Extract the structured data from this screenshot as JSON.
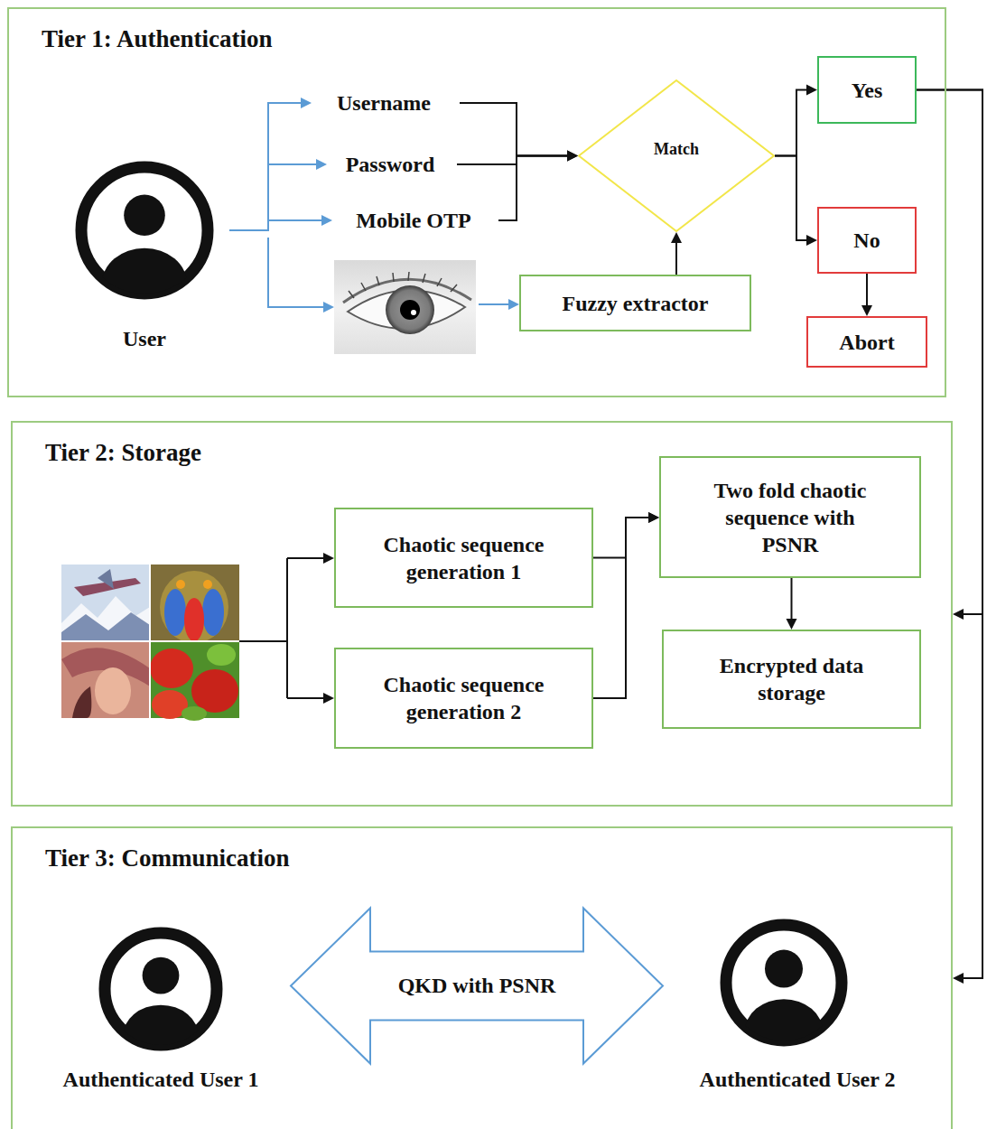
{
  "diagram": {
    "nodes": [
      {
        "text": [
          "Tier 1: Authentication"
        ]
      },
      {
        "text": [
          "User"
        ],
        "in": 0
      },
      {
        "text": [
          "Username"
        ],
        "in": 0
      },
      {
        "text": [
          "Password"
        ],
        "in": 0
      },
      {
        "text": [
          "Mobile OTP"
        ],
        "in": 0
      },
      {
        "text": [
          "Fuzzy extractor"
        ],
        "in": 0
      },
      {
        "text": [
          "Match"
        ],
        "in": 0
      },
      {
        "text": [
          "Yes"
        ],
        "in": 0
      },
      {
        "text": [
          "No"
        ],
        "in": 0
      },
      {
        "text": [
          "Abort"
        ],
        "in": 0
      },
      {
        "text": [
          "Tier 2: Storage"
        ]
      },
      {
        "text": [
          "Chaotic sequence generation 1"
        ],
        "in": 10
      },
      {
        "text": [
          "Chaotic sequence generation 2"
        ],
        "in": 10
      },
      {
        "text": [
          "Two fold chaotic sequence with PSNR"
        ],
        "in": 10
      },
      {
        "text": [
          "Encrypted data storage"
        ],
        "in": 10
      },
      {
        "text": [
          "Tier 3: Communication"
        ]
      },
      {
        "text": [
          "Authenticated User 1"
        ],
        "in": 15
      },
      {
        "text": [
          "Authenticated User 2"
        ],
        "in": 15
      }
    ],
    "edges": [
      {
        "from": 1,
        "to": 2,
        "arrow": "to"
      },
      {
        "from": 1,
        "to": 3,
        "arrow": "to"
      },
      {
        "from": 1,
        "to": 4,
        "arrow": "to"
      },
      {
        "from": 2,
        "to": 6,
        "arrow": "to"
      },
      {
        "from": 3,
        "to": 6,
        "arrow": "to"
      },
      {
        "from": 4,
        "to": 6,
        "arrow": "to"
      },
      {
        "from": 5,
        "to": 6,
        "arrow": "to"
      },
      {
        "from": 6,
        "to": 7,
        "arrow": "to"
      },
      {
        "from": 6,
        "to": 8,
        "arrow": "to"
      },
      {
        "from": 8,
        "to": 9,
        "arrow": "to"
      },
      {
        "from": 7,
        "to": 10,
        "arrow": "to"
      },
      {
        "from": 7,
        "to": 15,
        "arrow": "to"
      },
      {
        "from": 11,
        "to": 13,
        "arrow": "to"
      },
      {
        "from": 12,
        "to": 13,
        "arrow": "to"
      },
      {
        "from": 13,
        "to": 14,
        "arrow": "to"
      },
      {
        "from": 16,
        "to": 17,
        "label": "QKD with PSNR",
        "arrow": "both"
      }
    ]
  }
}
